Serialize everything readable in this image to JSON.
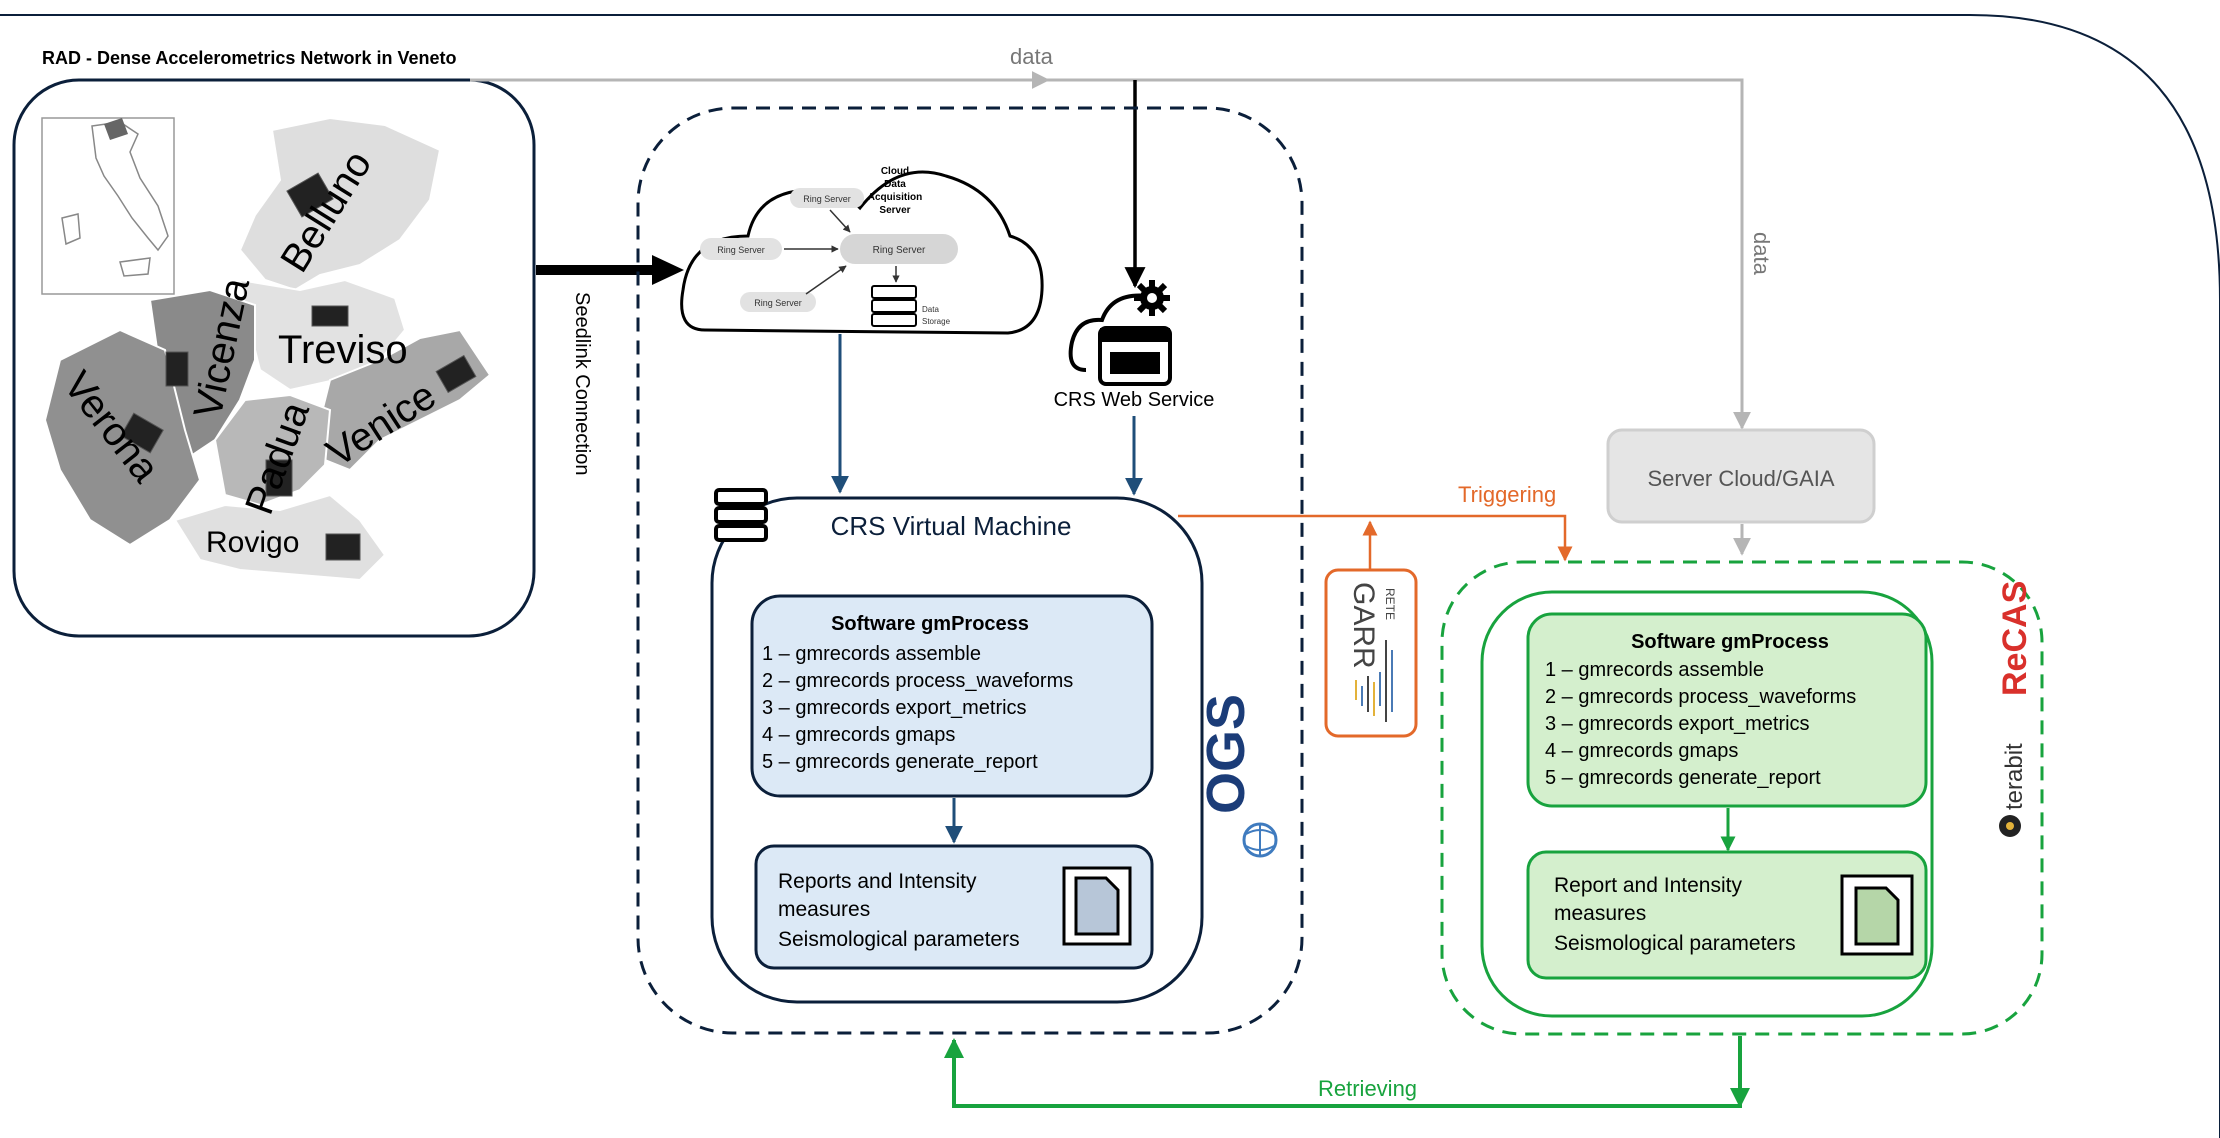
{
  "title": "RAD - Dense Accelerometrics Network in Veneto",
  "regions": [
    "Belluno",
    "Treviso",
    "Vicenza",
    "Verona",
    "Venice",
    "Padua",
    "Rovigo"
  ],
  "links": {
    "data_top": "data",
    "data_side": "data",
    "seedlink": "Seedlink Connection",
    "triggering": "Triggering",
    "retrieving": "Retrieving"
  },
  "cloud": {
    "title_lines": [
      "Cloud",
      "Data",
      "Acquisition",
      "Server"
    ],
    "ring_server_a": "Ring Server",
    "ring_server_b": "Ring Server",
    "ring_server_c": "Ring Server",
    "ring_server_main": "Ring Server",
    "storage_1": "Data",
    "storage_2": "Storage"
  },
  "web_service": {
    "label": "CRS Web Service"
  },
  "vm": {
    "title": "CRS Virtual Machine"
  },
  "ogs_box": {
    "software": {
      "title": "Software gmProcess",
      "steps": [
        "1 – gmrecords assemble",
        "2 – gmrecords process_waveforms",
        "3 – gmrecords export_metrics",
        "4 – gmrecords gmaps",
        "5 – gmrecords generate_report"
      ]
    },
    "output_lines": [
      "Reports and Intensity",
      "measures",
      "Seismological parameters"
    ]
  },
  "recas_box": {
    "software": {
      "title": "Software gmProcess",
      "steps": [
        "1 – gmrecords assemble",
        "2 – gmrecords process_waveforms",
        "3 – gmrecords export_metrics",
        "4 – gmrecords gmaps",
        "5 – gmrecords generate_report"
      ]
    },
    "output_lines": [
      "Report and Intensity",
      "measures",
      "Seismological parameters"
    ]
  },
  "server_cloud": "Server Cloud/GAIA",
  "logos": {
    "ogs": "OGS",
    "garr_main": "GARR",
    "garr_small": "RETE",
    "recas": "ReCAS",
    "terabit": "terabit"
  },
  "colors": {
    "navy": "#0b1f3a",
    "blue_arrow": "#1f4e79",
    "light_blue_fill": "#dce9f6",
    "green": "#18a33e",
    "light_green_fill": "#d4efcd",
    "orange": "#e3692a",
    "gray_link": "#b5b5b5",
    "recas_red": "#d9302b",
    "ogs_blue": "#1b3c78"
  }
}
